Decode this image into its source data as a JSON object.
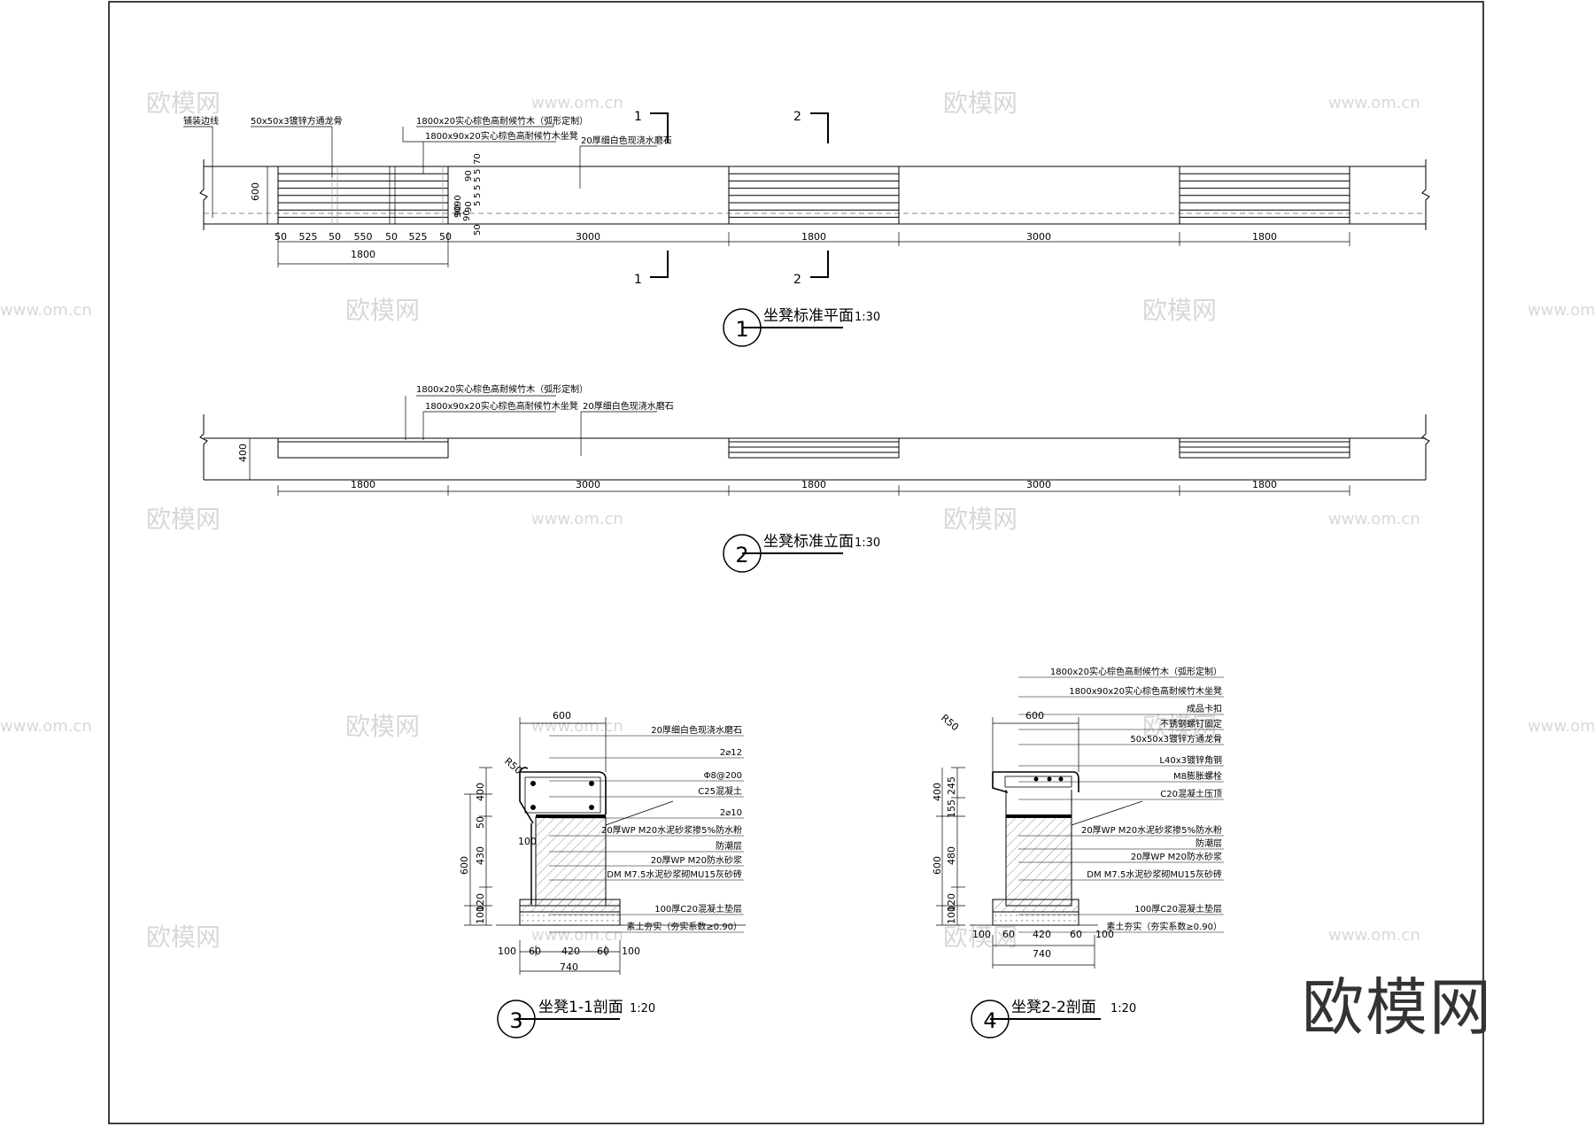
{
  "watermarks": {
    "logo_text": "欧模网",
    "url_text": "www.om.cn"
  },
  "brand_text": "欧模网",
  "plan": {
    "title": "坐凳标准平面",
    "scale": "1:30",
    "number": "1",
    "labels": {
      "edge_line": "铺装边线",
      "frame": "50x50x3镀锌方通龙骨",
      "wood_top": "1800x20实心棕色高耐候竹木（弧形定制）",
      "wood_seat": "1800x90x20实心棕色高耐候竹木坐凳",
      "terrazzo": "20厚细白色现浇水磨石"
    },
    "height_dim": "600",
    "slat_dims": [
      "70",
      "90",
      "5",
      "90",
      "5",
      "90",
      "5",
      "90",
      "5",
      "90",
      "5",
      "90",
      "50"
    ],
    "detail_dims": [
      "50",
      "525",
      "50",
      "550",
      "50",
      "525",
      "50"
    ],
    "total_dim": "1800",
    "section_marks": {
      "s1": "1",
      "s2": "2"
    },
    "span_dims": [
      "3000",
      "1800",
      "3000",
      "1800"
    ]
  },
  "elevation": {
    "title": "坐凳标准立面",
    "scale": "1:30",
    "number": "2",
    "labels": {
      "wood_top": "1800x20实心棕色高耐候竹木（弧形定制）",
      "wood_seat": "1800x90x20实心棕色高耐候竹木坐凳",
      "terrazzo": "20厚细白色现浇水磨石"
    },
    "height_dim": "400",
    "span_dims": [
      "1800",
      "3000",
      "1800",
      "3000",
      "1800"
    ]
  },
  "section1": {
    "title": "坐凳1-1剖面",
    "scale": "1:20",
    "number": "3",
    "top_dim": "600",
    "radius": "R50",
    "left_dims": [
      "400",
      "50",
      "430",
      "120",
      "100"
    ],
    "total_left": "600",
    "inner_dim": "100",
    "bottom_dims": [
      "100",
      "60",
      "420",
      "60",
      "100"
    ],
    "bottom_total": "740",
    "callouts": [
      "20厚细白色现浇水磨石",
      "2⌀12",
      "Φ8@200",
      "C25混凝土",
      "2⌀10",
      "20厚WP  M20水泥砂浆掺5%防水粉",
      "防潮层",
      "20厚WP  M20防水砂浆",
      "DM  M7.5水泥砂浆砌MU15灰砂砖",
      "100厚C20混凝土垫层",
      "素土夯实（夯实系数≥0.90）"
    ]
  },
  "section2": {
    "title": "坐凳2-2剖面",
    "scale": "1:20",
    "number": "4",
    "top_dim": "600",
    "radius": "R50",
    "left_dims": [
      "245",
      "155",
      "480",
      "120",
      "100"
    ],
    "total_left": [
      "400",
      "600"
    ],
    "bottom_dims": [
      "100",
      "60",
      "420",
      "60",
      "100"
    ],
    "bottom_total": "740",
    "callouts": [
      "1800x20实心棕色高耐候竹木（弧形定制）",
      "1800x90x20实心棕色高耐候竹木坐凳",
      "成品卡扣",
      "不锈钢螺钉固定",
      "50x50x3镀锌方通龙骨",
      "L40x3镀锌角钢",
      "M8膨胀螺栓",
      "C20混凝土压顶",
      "20厚WP  M20水泥砂浆掺5%防水粉",
      "防潮层",
      "20厚WP  M20防水砂浆",
      "DM  M7.5水泥砂浆砌MU15灰砂砖",
      "100厚C20混凝土垫层",
      "素土夯实（夯实系数≥0.90）"
    ]
  }
}
